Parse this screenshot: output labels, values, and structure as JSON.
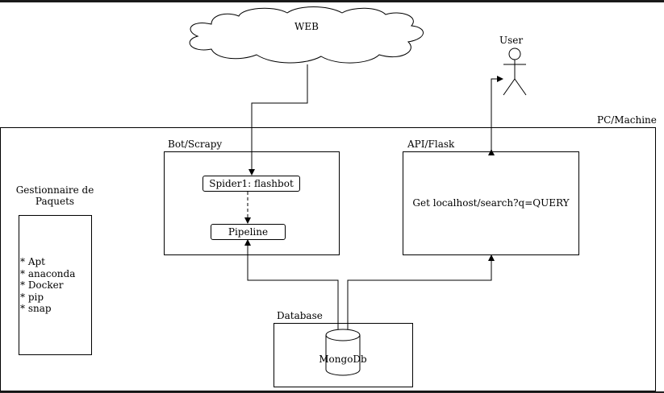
{
  "web": {
    "label": "WEB"
  },
  "user": {
    "label": "User"
  },
  "machine": {
    "label": "PC/Machine"
  },
  "package_manager": {
    "title": "Gestionnaire de Paquets",
    "items": [
      "* Apt",
      "* anaconda",
      "* Docker",
      "* pip",
      "* snap"
    ]
  },
  "scrapy": {
    "title": "Bot/Scrapy",
    "spider": "Spider1: flashbot",
    "pipeline": "Pipeline"
  },
  "api": {
    "title": "API/Flask",
    "endpoint": "Get localhost/search?q=QUERY"
  },
  "database": {
    "title": "Database",
    "engine": "MongoDb"
  }
}
